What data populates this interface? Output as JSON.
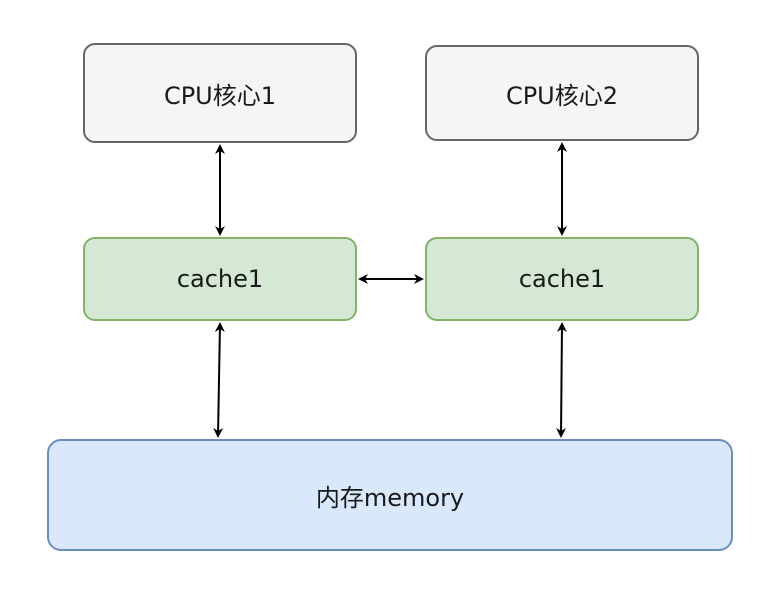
{
  "nodes": {
    "cpu_core_1": {
      "label": "CPU核心1"
    },
    "cpu_core_2": {
      "label": "CPU核心2"
    },
    "cache_left": {
      "label": "cache1"
    },
    "cache_right": {
      "label": "cache1"
    },
    "memory": {
      "label": "内存memory"
    }
  },
  "edges": [
    {
      "from": "cpu_core_1",
      "to": "cache_left",
      "direction": "both"
    },
    {
      "from": "cpu_core_2",
      "to": "cache_right",
      "direction": "both"
    },
    {
      "from": "cache_left",
      "to": "cache_right",
      "direction": "both"
    },
    {
      "from": "cache_left",
      "to": "memory",
      "direction": "both"
    },
    {
      "from": "cache_right",
      "to": "memory",
      "direction": "both"
    }
  ],
  "colors": {
    "cpu_fill": "#f5f5f5",
    "cpu_stroke": "#666666",
    "cache_fill": "#d5e8d4",
    "cache_stroke": "#82b366",
    "memory_fill": "#dae8fc",
    "memory_stroke": "#6c8ebf",
    "arrow": "#000000"
  }
}
